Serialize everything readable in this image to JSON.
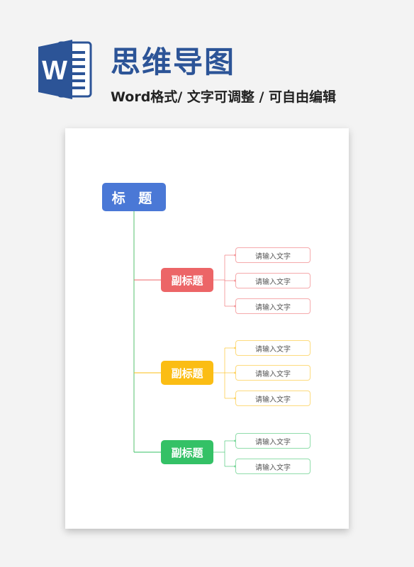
{
  "header": {
    "logo_letter": "W",
    "title": "思维导图",
    "subtitle": "Word格式/ 文字可调整 / 可自由编辑"
  },
  "mindmap": {
    "root": "标 题",
    "branches": [
      {
        "label": "副标题",
        "color": "#ec6567",
        "leaves": [
          "请输入文字",
          "请输入文字",
          "请输入文字"
        ]
      },
      {
        "label": "副标题",
        "color": "#fbbd14",
        "leaves": [
          "请输入文字",
          "请输入文字",
          "请输入文字"
        ]
      },
      {
        "label": "副标题",
        "color": "#34c166",
        "leaves": [
          "请输入文字",
          "请输入文字"
        ]
      }
    ]
  },
  "colors": {
    "root": "#4a78d6",
    "trunk_line": "#55c06c",
    "title_blue": "#2c5497"
  }
}
